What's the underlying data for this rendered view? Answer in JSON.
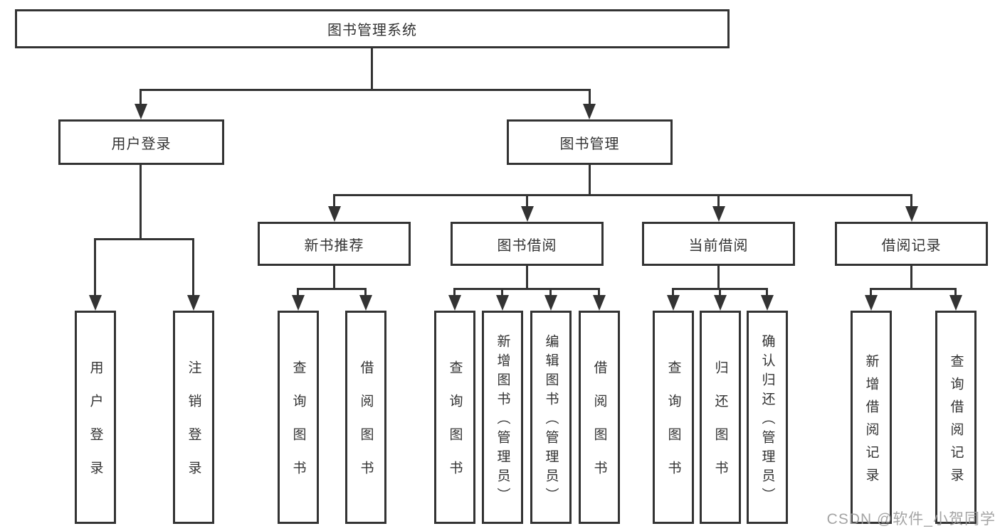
{
  "watermark": "CSDN @软件_小贺同学",
  "colors": {
    "line": "#333333",
    "box_border": "#333333",
    "box_fill": "#ffffff",
    "text": "#333333",
    "watermark": "#9b9b9b"
  },
  "tree": {
    "root": "图书管理系统",
    "branches": [
      {
        "label": "用户登录",
        "leaves": [
          "用户登录",
          "注销登录"
        ]
      },
      {
        "label": "图书管理",
        "groups": [
          {
            "label": "新书推荐",
            "leaves": [
              "查询图书",
              "借阅图书"
            ]
          },
          {
            "label": "图书借阅",
            "leaves": [
              "查询图书",
              "新增图书（管理员）",
              "编辑图书（管理员）",
              "借阅图书"
            ]
          },
          {
            "label": "当前借阅",
            "leaves": [
              "查询图书",
              "归还图书",
              "确认归还（管理员）"
            ]
          },
          {
            "label": "借阅记录",
            "leaves": [
              "新增借阅记录",
              "查询借阅记录"
            ]
          }
        ]
      }
    ]
  }
}
